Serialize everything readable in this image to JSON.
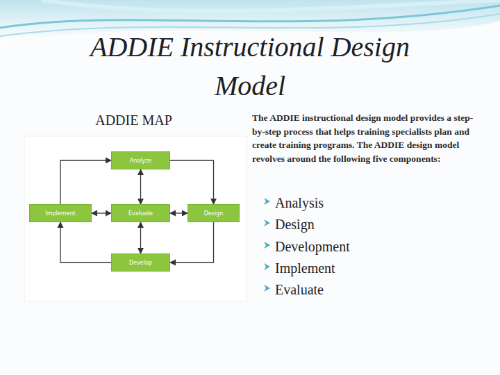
{
  "diagram": {
    "title": "ADDIE Instructional Design Model",
    "nodes": [
      {
        "text": [
          "Analyze"
        ]
      },
      {
        "text": [
          "Implement"
        ]
      },
      {
        "text": [
          "Evaluate"
        ]
      },
      {
        "text": [
          "Design"
        ]
      },
      {
        "text": [
          "Develop"
        ]
      }
    ],
    "edges": [
      {
        "from": 0,
        "to": 2,
        "arrow": "both"
      },
      {
        "from": 1,
        "to": 2,
        "arrow": "both"
      },
      {
        "from": 2,
        "to": 3,
        "arrow": "both"
      },
      {
        "from": 2,
        "to": 4,
        "arrow": "both"
      },
      {
        "from": 0,
        "to": 3,
        "arrow": "to"
      },
      {
        "from": 3,
        "to": 4,
        "arrow": "to"
      },
      {
        "from": 4,
        "to": 1,
        "arrow": "to"
      },
      {
        "from": 1,
        "to": 0,
        "arrow": "to"
      }
    ],
    "labels": [
      "ADDIE MAP",
      "The ADDIE instructional design model provides a step-by-step process that helps training specialists plan and create training programs. The ADDIE design model revolves around the following five components:",
      "Analysis",
      "Design",
      "Development",
      "Implement",
      "Evaluate"
    ]
  }
}
